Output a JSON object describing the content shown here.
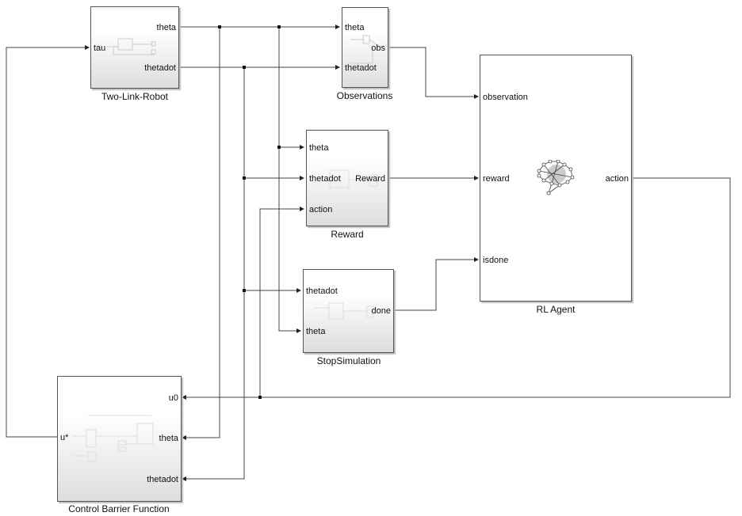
{
  "blocks": {
    "robot": {
      "name": "Two-Link-Robot",
      "inputs": [
        "tau"
      ],
      "outputs": [
        "theta",
        "thetadot"
      ]
    },
    "observations": {
      "name": "Observations",
      "inputs": [
        "theta",
        "thetadot"
      ],
      "outputs": [
        "obs"
      ]
    },
    "reward": {
      "name": "Reward",
      "inputs": [
        "theta",
        "thetadot",
        "action"
      ],
      "outputs": [
        "Reward"
      ]
    },
    "stop": {
      "name": "StopSimulation",
      "inputs": [
        "thetadot",
        "theta"
      ],
      "outputs": [
        "done"
      ]
    },
    "agent": {
      "name": "RL Agent",
      "inputs": [
        "observation",
        "reward",
        "isdone"
      ],
      "outputs": [
        "action"
      ],
      "icon": "neural-network-icon"
    },
    "cbf": {
      "name": "Control Barrier Function",
      "inputs": [
        "u0",
        "theta",
        "thetadot"
      ],
      "outputs": [
        "u*"
      ]
    }
  },
  "colors": {
    "wire": "#444444",
    "border": "#555555"
  }
}
